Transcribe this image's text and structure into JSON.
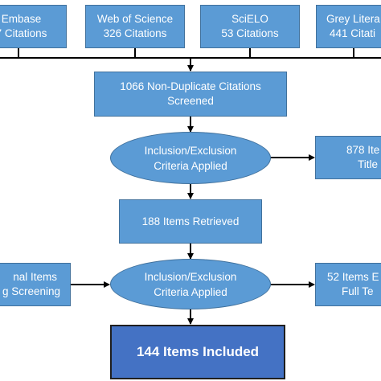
{
  "sources": [
    {
      "line1": "Embase",
      "line2": "7 Citations"
    },
    {
      "line1": "Web of Science",
      "line2": "326 Citations"
    },
    {
      "line1": "SciELO",
      "line2": "53 Citations"
    },
    {
      "line1": "Grey Litera",
      "line2": "441 Citati"
    }
  ],
  "screened": {
    "line1": "1066 Non-Duplicate Citations",
    "line2": "Screened"
  },
  "criteria_1": {
    "line1": "Inclusion/Exclusion",
    "line2": "Criteria Applied"
  },
  "excluded_1": {
    "line1": "878 Ite",
    "line2": "Title"
  },
  "retrieved": {
    "label": "188 Items Retrieved"
  },
  "additional": {
    "line1": "nal Items",
    "line2": "g Screening"
  },
  "criteria_2": {
    "line1": "Inclusion/Exclusion",
    "line2": "Criteria Applied"
  },
  "excluded_2": {
    "line1": "52 Items E",
    "line2": "Full Te"
  },
  "included": {
    "label": "144 Items Included"
  },
  "colors": {
    "box_fill": "#5b9bd5",
    "box_border": "#41719c",
    "final_fill": "#4472c4",
    "connector": "#000000"
  }
}
